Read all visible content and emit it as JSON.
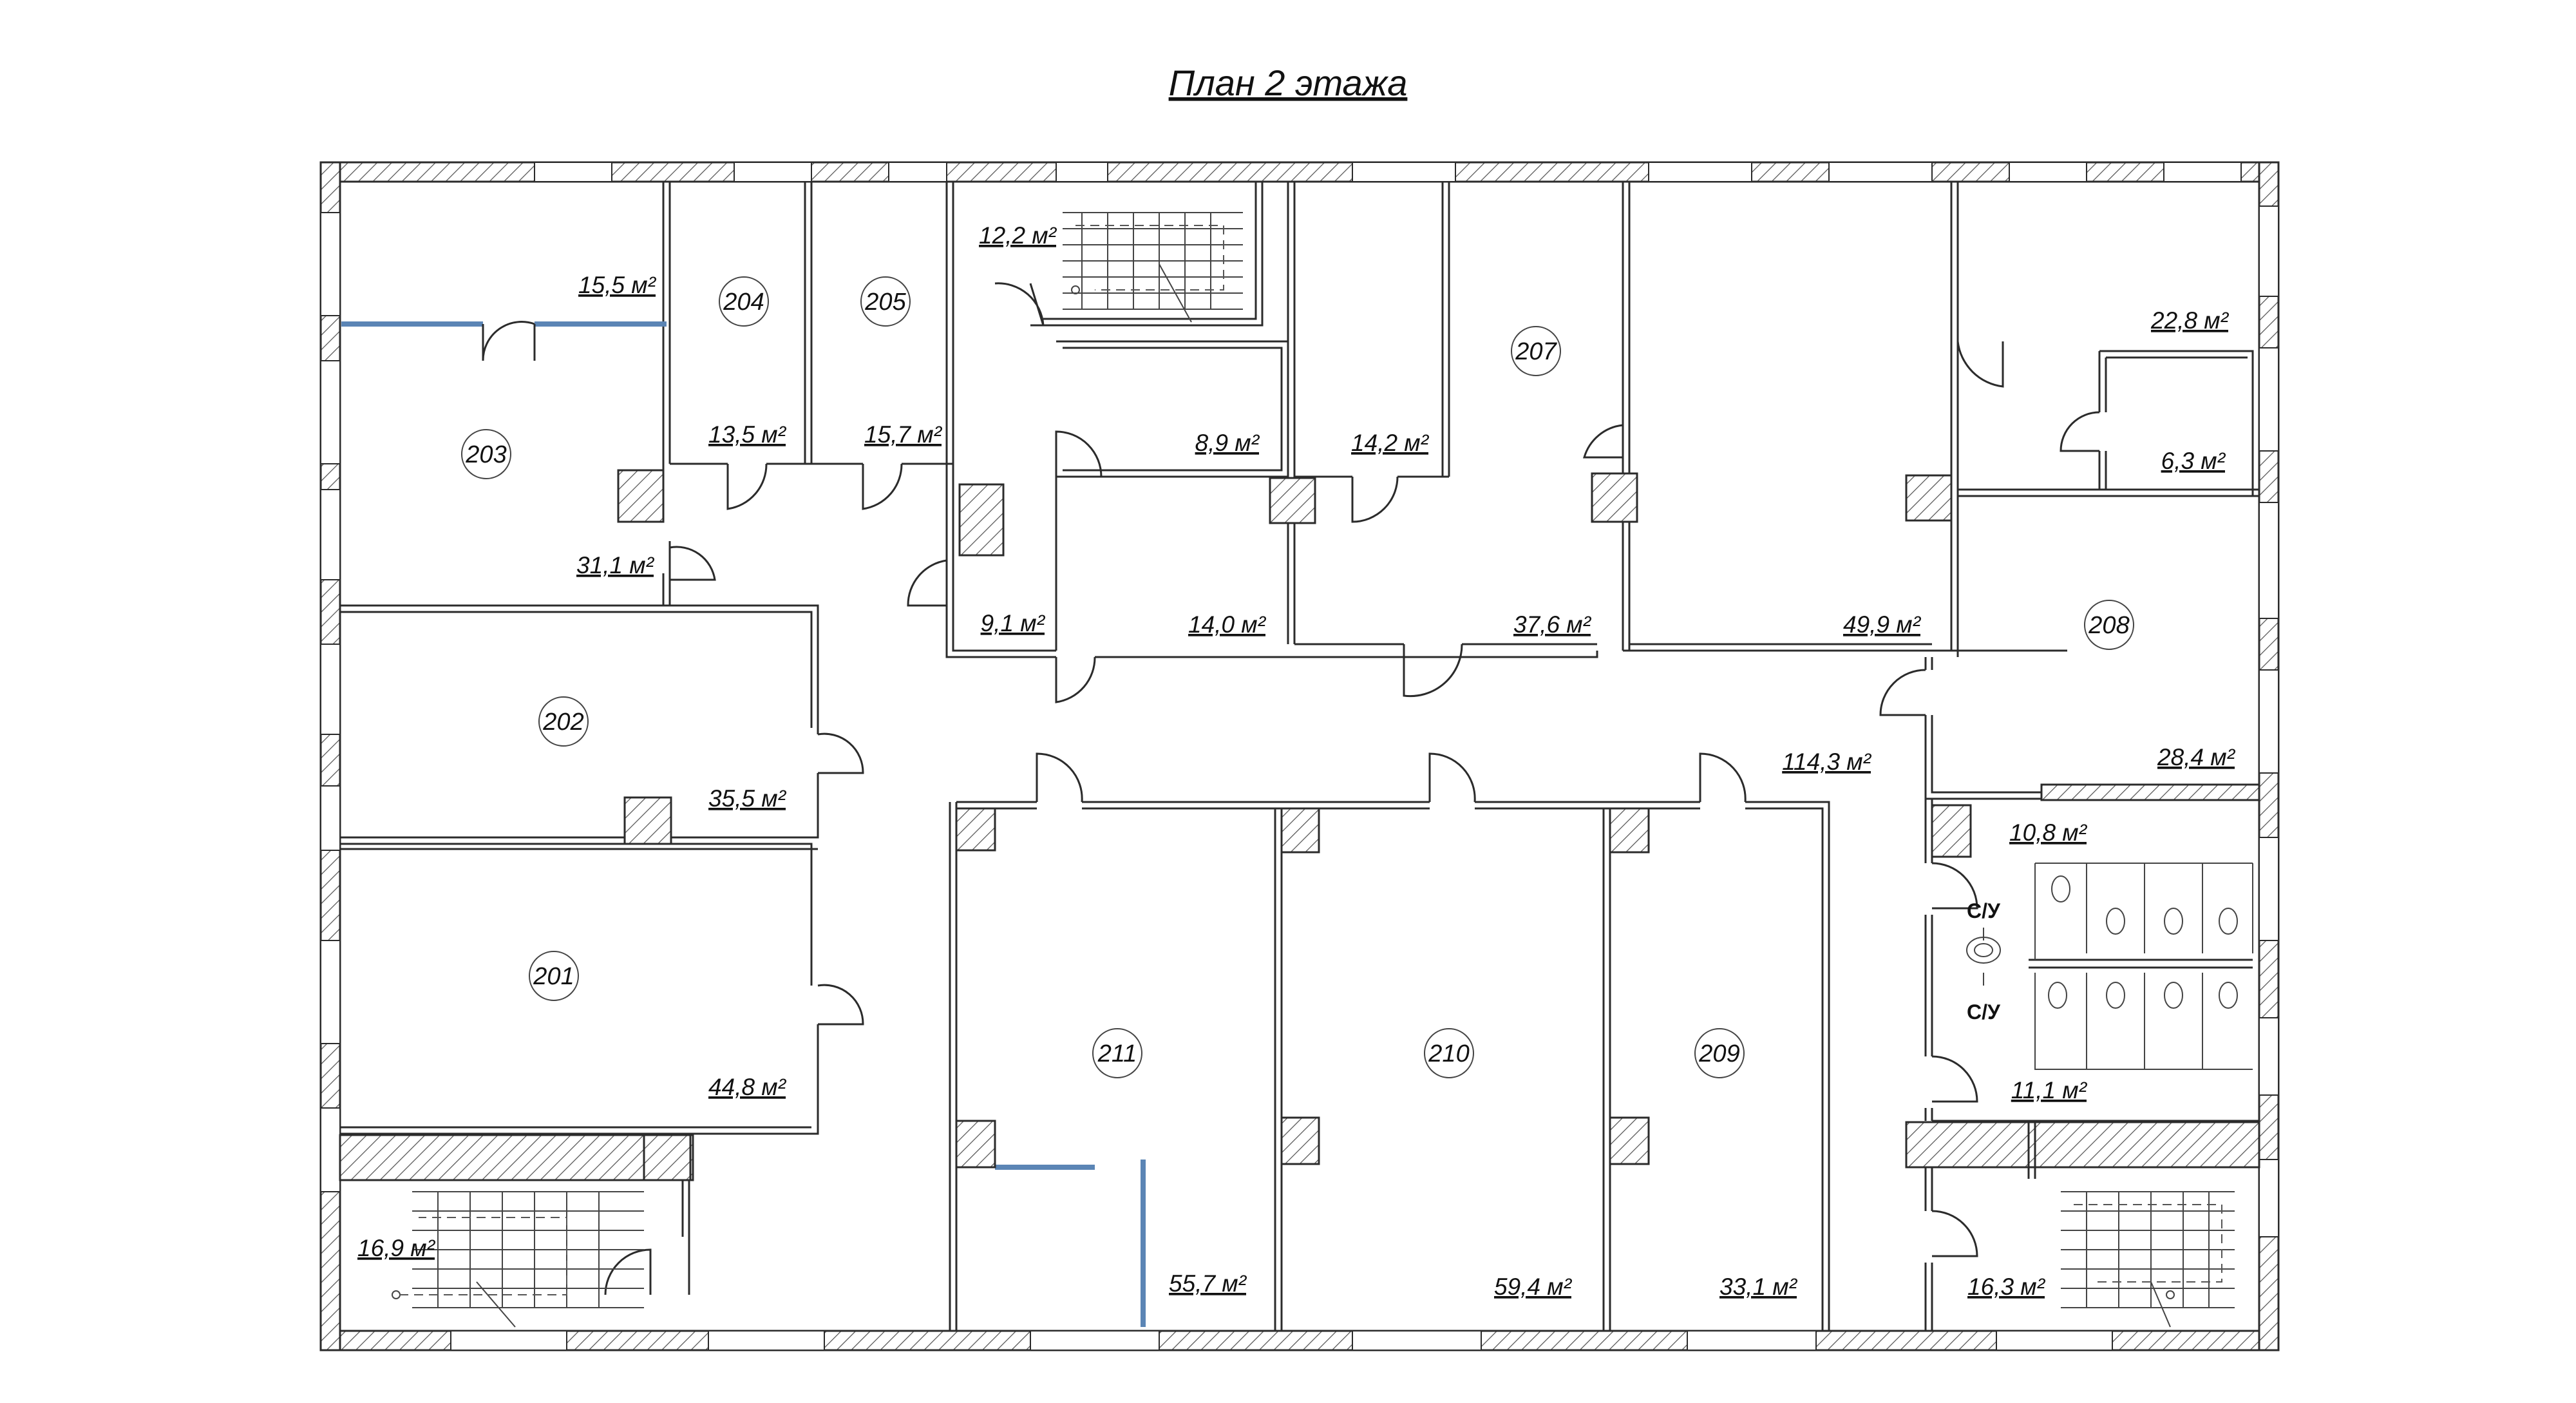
{
  "title": "План 2 этажа",
  "colors": {
    "line": "#2b2b2b",
    "glass": "#5b85b5",
    "background": "#ffffff"
  },
  "rooms": [
    {
      "number": "201",
      "area": "44,8 м²"
    },
    {
      "number": "202",
      "area": "35,5 м²"
    },
    {
      "number": "203",
      "area": "31,1 м²"
    },
    {
      "number": "204",
      "area": "13,5 м²"
    },
    {
      "number": "205",
      "area": "15,7 м²"
    },
    {
      "number": "207",
      "area": "37,6 м²"
    },
    {
      "number": "208",
      "area": "28,4 м²"
    },
    {
      "number": "209",
      "area": "33,1 м²"
    },
    {
      "number": "210",
      "area": "59,4 м²"
    },
    {
      "number": "211",
      "area": "55,7 м²"
    }
  ],
  "areas": {
    "room203_upper": "15,5 м²",
    "stair_top": "12,2 м²",
    "r_8_9": "8,9 м²",
    "r_14_2": "14,2 м²",
    "r_9_1": "9,1 м²",
    "r_14_0": "14,0 м²",
    "r_49_9": "49,9 м²",
    "r_22_8": "22,8 м²",
    "r_6_3": "6,3 м²",
    "corridor": "114,3 м²",
    "wc_upper": "10,8 м²",
    "wc_lower": "11,1 м²",
    "stair_left": "16,9 м²",
    "stair_right": "16,3 м²"
  },
  "wc_label": "С/У"
}
